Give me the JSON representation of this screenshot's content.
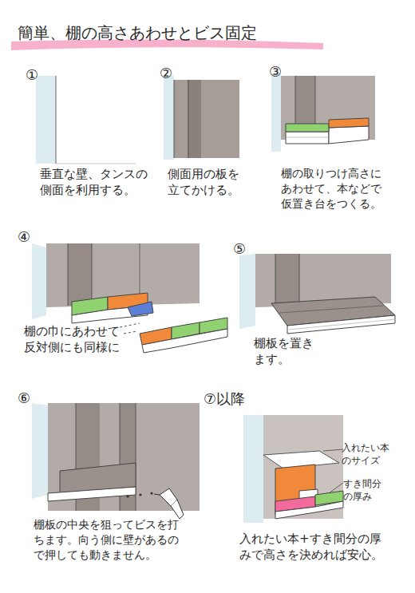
{
  "diagram": {
    "title": "簡単、棚の高さあわせとビス固定",
    "labels": [
      "①",
      "垂直な壁、タンスの側面を利用する。",
      "②",
      "側面用の板を立てかける。",
      "③",
      "棚の取りつけ高さにあわせて、本などで仮置き台をつくる。",
      "④",
      "棚の巾にあわせて反対側にも同様に",
      "⑤",
      "棚板を置きます。",
      "⑥",
      "棚板の中央を狙ってビスを打ちます。向う側に壁があるので押しても動きません。",
      "⑦以降",
      "入れたい本のサイズ",
      "すき間分の厚み",
      "入れたい本+すき間分の厚みで高さを決めれば安心。"
    ]
  }
}
